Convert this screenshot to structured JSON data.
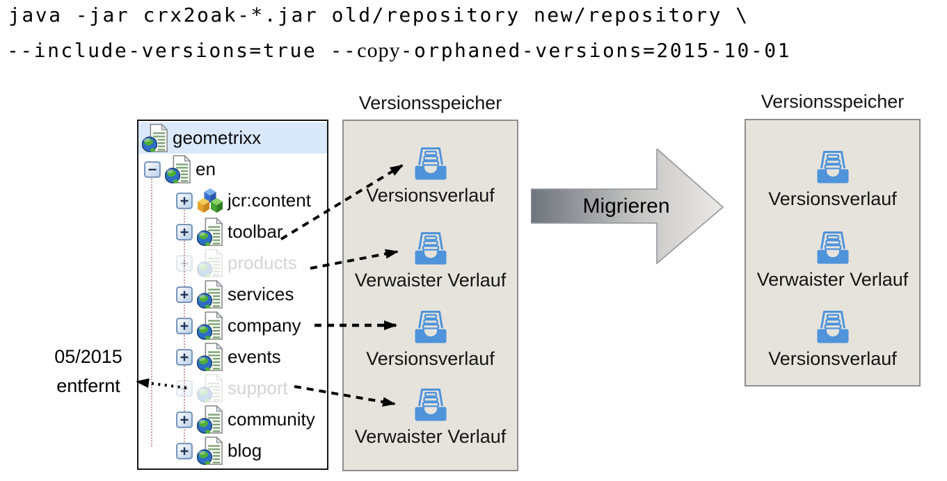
{
  "command": {
    "line1": "java -jar crx2oak-*.jar old/repository new/repository \\",
    "line2_pre": "--include-versions=true --",
    "line2_copy": "copy",
    "line2_post": "-orphaned-versions=2015-10-01"
  },
  "tree": {
    "items": [
      {
        "label": "geometrixx",
        "level": 0,
        "expander": "none",
        "icon": "page-globe-icon",
        "state": "selected"
      },
      {
        "label": "en",
        "level": 1,
        "expander": "minus",
        "icon": "page-globe-icon",
        "state": "expanded"
      },
      {
        "label": "jcr:content",
        "level": 2,
        "expander": "plus",
        "icon": "cubes-icon",
        "state": "normal"
      },
      {
        "label": "toolbar",
        "level": 2,
        "expander": "plus",
        "icon": "page-globe-icon",
        "state": "normal"
      },
      {
        "label": "products",
        "level": 2,
        "expander": "plus",
        "icon": "page-globe-icon",
        "state": "removed"
      },
      {
        "label": "services",
        "level": 2,
        "expander": "plus",
        "icon": "page-globe-icon",
        "state": "normal"
      },
      {
        "label": "company",
        "level": 2,
        "expander": "plus",
        "icon": "page-globe-icon",
        "state": "normal"
      },
      {
        "label": "events",
        "level": 2,
        "expander": "plus",
        "icon": "page-globe-icon",
        "state": "normal"
      },
      {
        "label": "support",
        "level": 2,
        "expander": "plus",
        "icon": "page-globe-icon",
        "state": "removed"
      },
      {
        "label": "community",
        "level": 2,
        "expander": "plus",
        "icon": "page-globe-icon",
        "state": "normal"
      },
      {
        "label": "blog",
        "level": 2,
        "expander": "plus",
        "icon": "page-globe-icon",
        "state": "normal"
      }
    ]
  },
  "note": {
    "line1": "05/2015",
    "line2": "entfernt"
  },
  "old_store": {
    "title": "Versionsspeicher",
    "icon": "archive-box-icon",
    "items": [
      "Versionsverlauf",
      "Verwaister Verlauf",
      "Versionsverlauf",
      "Verwaister Verlauf"
    ]
  },
  "migration": {
    "label": "Migrieren"
  },
  "new_store": {
    "title": "Versionsspeicher",
    "icon": "archive-box-icon",
    "items": [
      "Versionsverlauf",
      "Verwaister Verlauf",
      "Versionsverlauf"
    ]
  },
  "colors": {
    "archive_blue": "#4f93da",
    "store_bg": "#e6e3dd",
    "store_border": "#8e8e8e",
    "selected_row_bg": "#d9e8fb",
    "faded_text": "#d4d4d4",
    "tree_guide_dots": "#cc9b9b",
    "migrate_arrow_dark": "#6e747c",
    "migrate_arrow_light": "#eceae7"
  }
}
